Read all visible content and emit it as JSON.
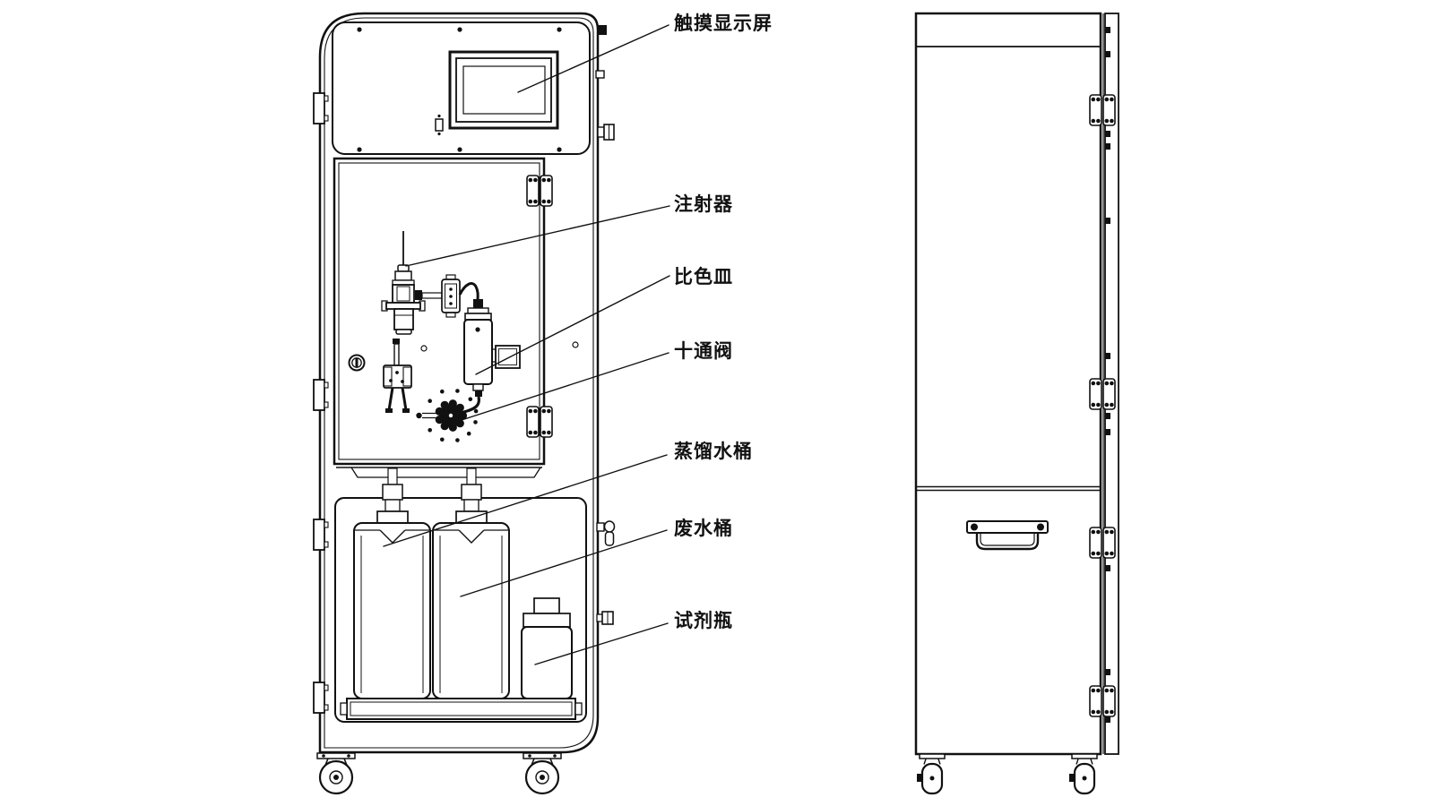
{
  "diagram": {
    "description": "Water quality analyzer cabinet engineering drawing, front view with component callouts and right side view",
    "colors": {
      "line": "#111111",
      "background": "#ffffff"
    }
  },
  "labels": [
    {
      "id": "touch-screen",
      "text": "触摸显示屏"
    },
    {
      "id": "syringe",
      "text": "注射器"
    },
    {
      "id": "cuvette",
      "text": "比色皿"
    },
    {
      "id": "ten-port-valve",
      "text": "十通阀"
    },
    {
      "id": "distilled-water-bucket",
      "text": "蒸馏水桶"
    },
    {
      "id": "waste-water-bucket",
      "text": "废水桶"
    },
    {
      "id": "reagent-bottle",
      "text": "试剂瓶"
    }
  ]
}
